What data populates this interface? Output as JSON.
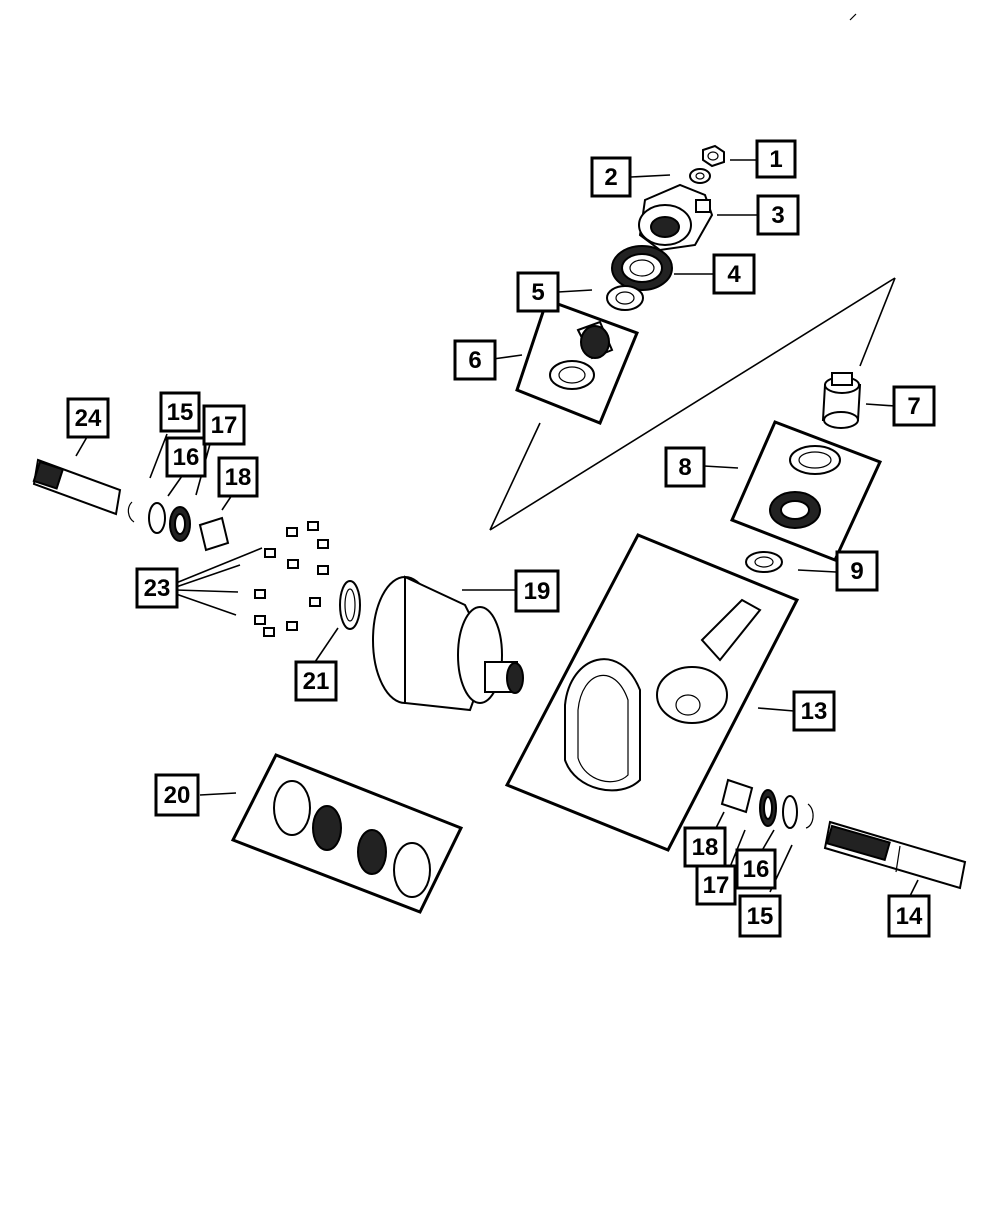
{
  "callouts": [
    {
      "id": "1",
      "label": "1"
    },
    {
      "id": "2",
      "label": "2"
    },
    {
      "id": "3",
      "label": "3"
    },
    {
      "id": "4",
      "label": "4"
    },
    {
      "id": "5",
      "label": "5"
    },
    {
      "id": "6",
      "label": "6"
    },
    {
      "id": "7",
      "label": "7"
    },
    {
      "id": "8",
      "label": "8"
    },
    {
      "id": "9",
      "label": "9"
    },
    {
      "id": "13",
      "label": "13"
    },
    {
      "id": "14",
      "label": "14"
    },
    {
      "id": "15a",
      "label": "15"
    },
    {
      "id": "16a",
      "label": "16"
    },
    {
      "id": "17a",
      "label": "17"
    },
    {
      "id": "18a",
      "label": "18"
    },
    {
      "id": "15b",
      "label": "15"
    },
    {
      "id": "16b",
      "label": "16"
    },
    {
      "id": "17b",
      "label": "17"
    },
    {
      "id": "18b",
      "label": "18"
    },
    {
      "id": "19",
      "label": "19"
    },
    {
      "id": "20",
      "label": "20"
    },
    {
      "id": "21",
      "label": "21"
    },
    {
      "id": "23",
      "label": "23"
    },
    {
      "id": "24",
      "label": "24"
    }
  ]
}
